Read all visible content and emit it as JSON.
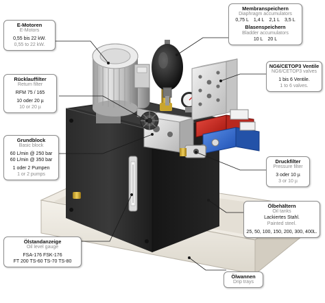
{
  "labels": {
    "e_motoren": {
      "title": "E-Motoren",
      "subtitle": "E-Motors",
      "line1": "0,55 bis 22 kW.",
      "line1_en": "0,55 to 22 kW."
    },
    "membranspeichern": {
      "title": "Membranspeichern",
      "subtitle": "Diaphragm accumulators",
      "sizes": [
        "0,75 L",
        "1,4 L",
        "2,1 L",
        "3,5 L"
      ],
      "title2": "Blasenspeichern",
      "subtitle2": "Bladder accumulators",
      "sizes2": [
        "10 L",
        "20 L"
      ]
    },
    "ventile": {
      "title": "NG6/CETOP3 Ventile",
      "subtitle": "NG6/CETOP3 valves",
      "line1": "1 bis 6 Ventile.",
      "line1_en": "1 to 6 valves."
    },
    "ruecklauffilter": {
      "title": "Rücklauffilter",
      "subtitle": "Return filter",
      "line1": "RFM 75 / 165",
      "line2": "10 oder 20 µ",
      "line2_en": "10 or 20 µ"
    },
    "grundblock": {
      "title": "Grundblock",
      "subtitle": "Basic block",
      "line1": "60 L/min @ 250 bar",
      "line2": "60 L/min @ 350 bar",
      "line3": "1 oder 2 Pumpen",
      "line3_en": "1 or 2 pumps"
    },
    "druckfilter": {
      "title": "Druckfilter",
      "subtitle": "Pressure filter",
      "line1": "3 oder 10 µ",
      "line1_en": "3 or 10 µ"
    },
    "oelbehaeltern": {
      "title": "Ölbehältern",
      "subtitle": "Oil tanks",
      "line1": "Lackiertes Stahl.",
      "line1_en": "Painted steel.",
      "line2": "25, 50, 100, 150, 200, 300, 400L."
    },
    "oelstandanzeige": {
      "title": "Ölstandanzeige",
      "subtitle": "Oil level gauge",
      "line1": "FSA-176  FSK-176",
      "line2": "FT 200  TS-60  TS-70  TS-80"
    },
    "oelwannen": {
      "title": "Ölwannen",
      "subtitle": "Drip trays"
    }
  }
}
